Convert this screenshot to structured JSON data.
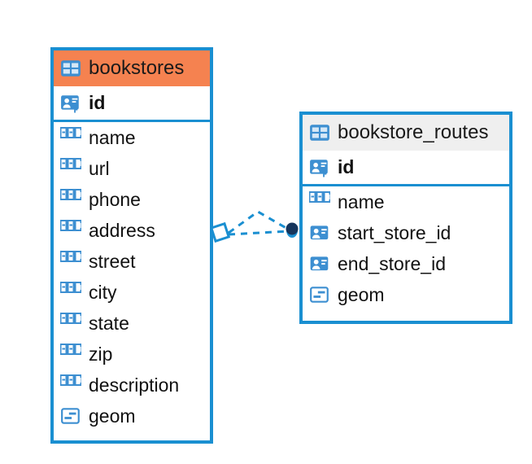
{
  "diagram": {
    "type": "entity-relationship-diagram",
    "background_color": "#ffffff",
    "accent_color": "#1a8fd1",
    "highlight_color": "#f58250",
    "neutral_header_color": "#efefef"
  },
  "entities": [
    {
      "name": "bookstores",
      "header_style": "highlighted",
      "header_color": "#f58250",
      "table_icon": "table-grid-icon",
      "fields": [
        {
          "name": "id",
          "icon": "primary-key-icon",
          "type_hint": "primary-key",
          "bold": true
        },
        {
          "name": "name",
          "icon": "text-abc-icon",
          "type_hint": "text"
        },
        {
          "name": "url",
          "icon": "text-abc-icon",
          "type_hint": "text"
        },
        {
          "name": "phone",
          "icon": "text-abc-icon",
          "type_hint": "text"
        },
        {
          "name": "address",
          "icon": "text-abc-icon",
          "type_hint": "text"
        },
        {
          "name": "street",
          "icon": "text-abc-icon",
          "type_hint": "text"
        },
        {
          "name": "city",
          "icon": "text-abc-icon",
          "type_hint": "text"
        },
        {
          "name": "state",
          "icon": "text-abc-icon",
          "type_hint": "text"
        },
        {
          "name": "zip",
          "icon": "text-abc-icon",
          "type_hint": "text"
        },
        {
          "name": "description",
          "icon": "text-abc-icon",
          "type_hint": "text"
        },
        {
          "name": "geom",
          "icon": "geometry-icon",
          "type_hint": "geometry"
        }
      ]
    },
    {
      "name": "bookstore_routes",
      "header_style": "neutral",
      "header_color": "#efefef",
      "table_icon": "table-grid-icon",
      "fields": [
        {
          "name": "id",
          "icon": "primary-key-icon",
          "type_hint": "primary-key",
          "bold": true
        },
        {
          "name": "name",
          "icon": "text-abc-icon",
          "type_hint": "text"
        },
        {
          "name": "start_store_id",
          "icon": "foreign-key-icon",
          "type_hint": "foreign-key"
        },
        {
          "name": "end_store_id",
          "icon": "foreign-key-icon",
          "type_hint": "foreign-key"
        },
        {
          "name": "geom",
          "icon": "geometry-icon",
          "type_hint": "geometry"
        }
      ]
    }
  ],
  "relationship": {
    "source_entity": "bookstores",
    "target_entity": "bookstore_routes",
    "line_style": "dashed",
    "line_color": "#1a8fd1",
    "source_endpoint_icon": "rotated-square-endpoint-icon",
    "target_endpoint_icon": "filled-circle-endpoint-icon",
    "target_endpoint_color": "#16355c"
  }
}
